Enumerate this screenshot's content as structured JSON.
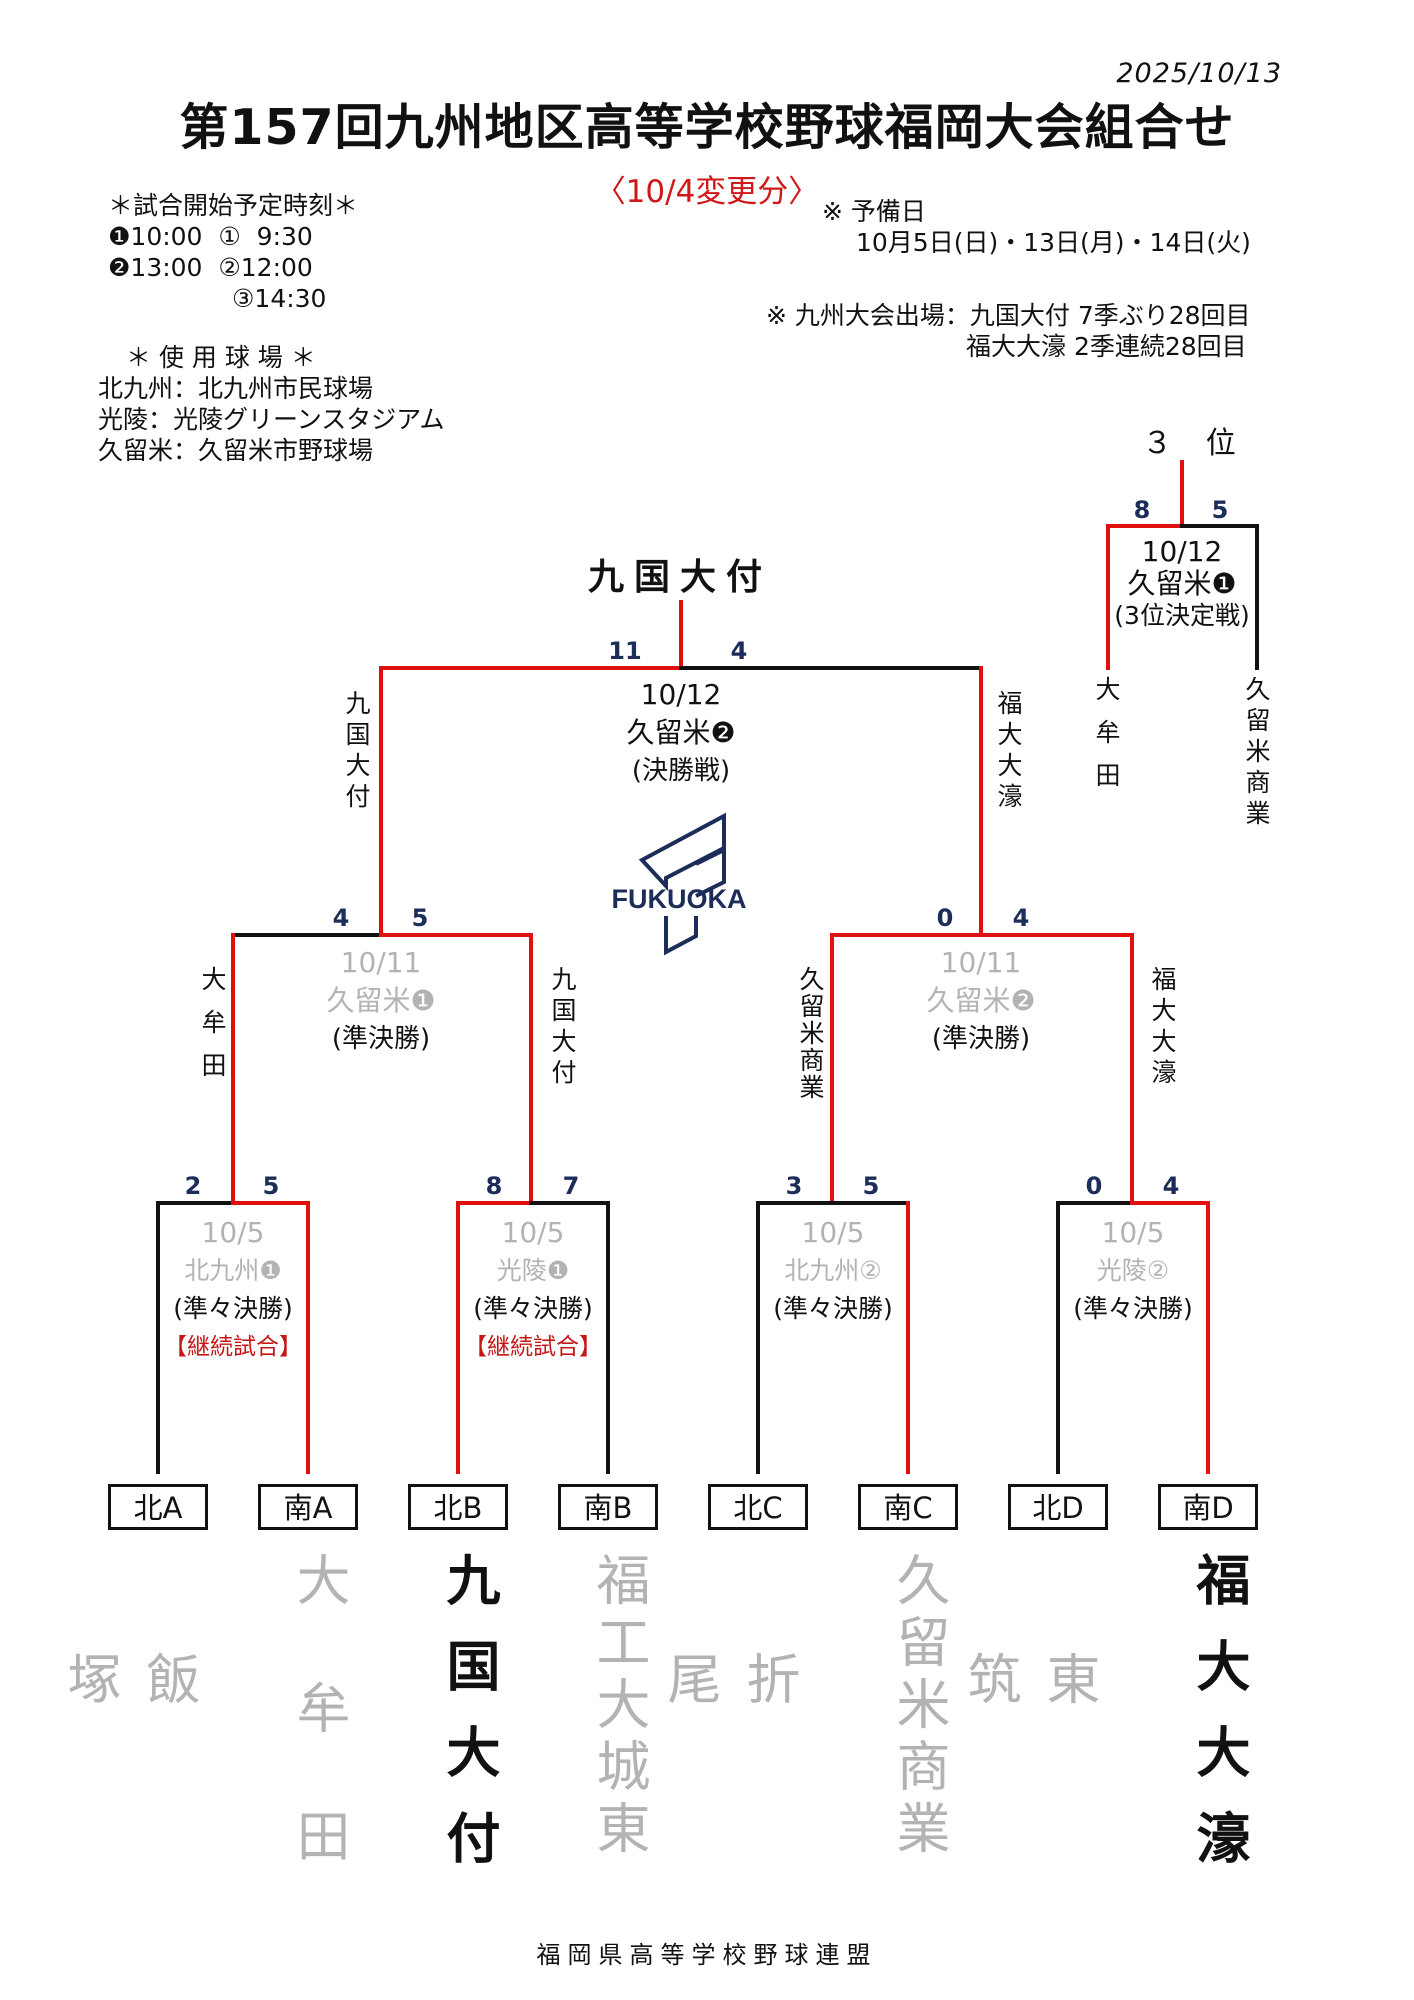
{
  "header": {
    "date": "2025/10/13",
    "title": "第157回九州地区高等学校野球福岡大会組合せ",
    "update_note": "〈10/4変更分〉"
  },
  "schedule": {
    "heading": "＊試合開始予定時刻＊",
    "row1": "❶10:00  ①  9:30",
    "row2": "❷13:00  ②12:00",
    "row3": "③14:30"
  },
  "reserve": {
    "label": "※ 予備日",
    "dates": "10月5日(日)・13日(月)・14日(火)"
  },
  "kyushu_entry": {
    "line1": "※ 九州大会出場：九国大付 7季ぶり28回目",
    "line2": "福大大濠 2季連続28回目"
  },
  "venues": {
    "heading": "＊ 使 用 球 場 ＊",
    "items": [
      "北九州：北九州市民球場",
      "光陵：光陵グリーンスタジアム",
      "久留米：久留米市野球場"
    ]
  },
  "logo_text": "FUKUOKA",
  "bracket": {
    "champion": "九国大付",
    "final": {
      "date": "10/12",
      "venue": "久留米❷",
      "round": "(決勝戦)",
      "score_left": "11",
      "score_right": "4"
    },
    "third_place": {
      "label": "３ 位",
      "date": "10/12",
      "venue": "久留米❶",
      "round": "(3位決定戦)",
      "score_left": "8",
      "score_right": "5",
      "left_team": "大牟田",
      "right_team": "久留米商業"
    },
    "semis": [
      {
        "date": "10/11",
        "venue": "久留米❶",
        "round": "(準決勝)",
        "score_left": "4",
        "score_right": "5",
        "left_team": "大牟田",
        "right_team": "九国大付",
        "winner_label": "九国大付"
      },
      {
        "date": "10/11",
        "venue": "久留米❷",
        "round": "(準決勝)",
        "score_left": "0",
        "score_right": "4",
        "left_team": "久留米商業",
        "right_team": "福大大濠",
        "winner_label": "福大大濠"
      }
    ],
    "quarters": [
      {
        "date": "10/5",
        "venue": "北九州❶",
        "round": "(準々決勝)",
        "note": "【継続試合】",
        "score_left": "2",
        "score_right": "5"
      },
      {
        "date": "10/5",
        "venue": "光陵❶",
        "round": "(準々決勝)",
        "note": "【継続試合】",
        "score_left": "8",
        "score_right": "7"
      },
      {
        "date": "10/5",
        "venue": "北九州②",
        "round": "(準々決勝)",
        "note": "",
        "score_left": "3",
        "score_right": "5"
      },
      {
        "date": "10/5",
        "venue": "光陵②",
        "round": "(準々決勝)",
        "note": "",
        "score_left": "0",
        "score_right": "4"
      }
    ],
    "teams": [
      {
        "slot": "北A",
        "name": "飯塚"
      },
      {
        "slot": "南A",
        "name": "大牟田"
      },
      {
        "slot": "北B",
        "name": "九国大付"
      },
      {
        "slot": "南B",
        "name": "福工大城東"
      },
      {
        "slot": "北C",
        "name": "折尾"
      },
      {
        "slot": "南C",
        "name": "久留米商業"
      },
      {
        "slot": "北D",
        "name": "東筑"
      },
      {
        "slot": "南D",
        "name": "福大大濠"
      }
    ]
  },
  "footer": "福岡県高等学校野球連盟",
  "colors": {
    "win_line": "#e01010",
    "lose_line": "#111111",
    "eliminated_text": "#b3b3b3",
    "score": "#1c2d5a",
    "logo": "#1c2d5a"
  }
}
